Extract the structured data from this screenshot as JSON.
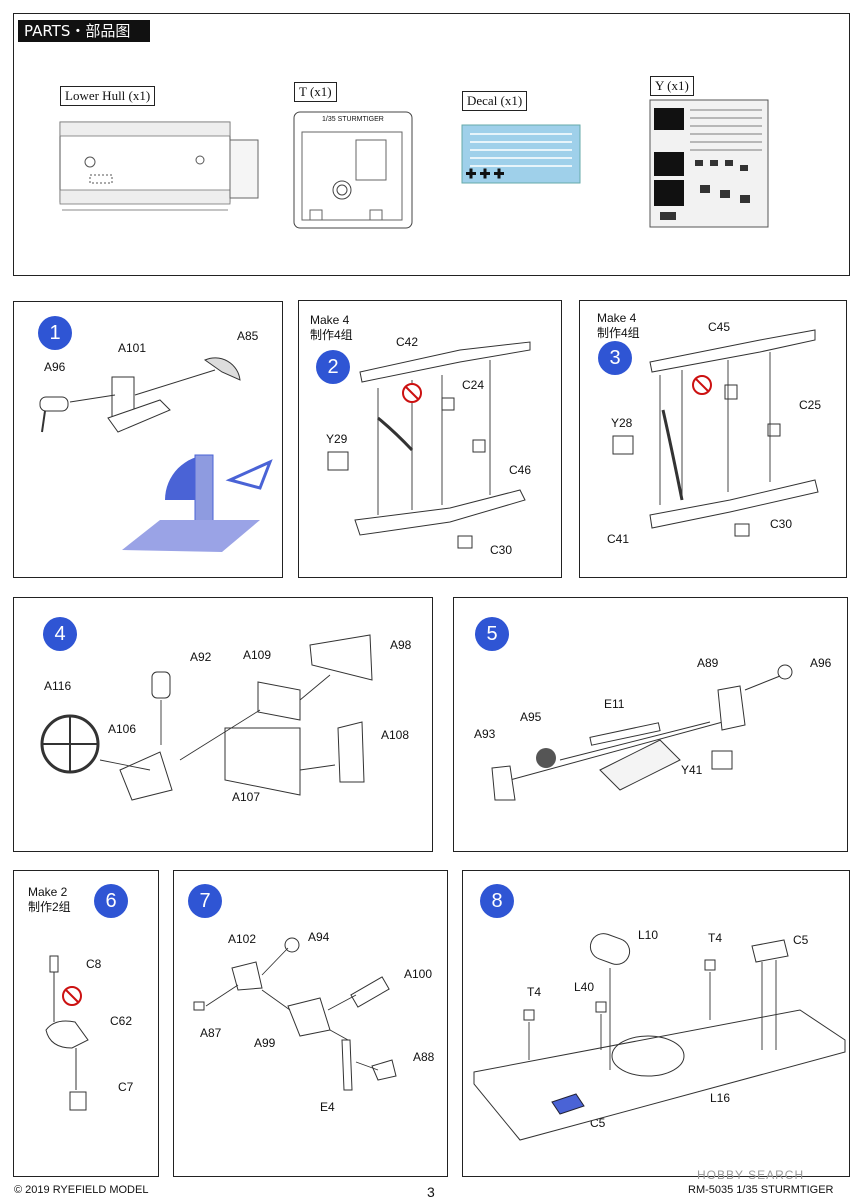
{
  "parts": {
    "title": "PARTS・部品图",
    "lower_hull": "Lower Hull (x1)",
    "t": "T (x1)",
    "t_sprue_text": "1/35 STURMTIGER",
    "decal": "Decal (x1)",
    "y": "Y (x1)"
  },
  "steps": [
    {
      "num": "1",
      "labels": [
        "A101",
        "A85",
        "A96"
      ]
    },
    {
      "num": "2",
      "make": "Make 4",
      "make_cn": "制作4组",
      "labels": [
        "C42",
        "C24",
        "Y29",
        "C46",
        "C30"
      ]
    },
    {
      "num": "3",
      "make": "Make 4",
      "make_cn": "制作4组",
      "labels": [
        "C45",
        "Y28",
        "C25",
        "C30",
        "C41"
      ]
    },
    {
      "num": "4",
      "labels": [
        "A92",
        "A109",
        "A98",
        "A116",
        "A106",
        "A108",
        "A107"
      ]
    },
    {
      "num": "5",
      "labels": [
        "A89",
        "A96",
        "E11",
        "A95",
        "A93",
        "Y41"
      ]
    },
    {
      "num": "6",
      "make": "Make 2",
      "make_cn": "制作2组",
      "labels": [
        "C8",
        "C62",
        "C7"
      ]
    },
    {
      "num": "7",
      "labels": [
        "A102",
        "A94",
        "A100",
        "A87",
        "A99",
        "A88",
        "E4"
      ]
    },
    {
      "num": "8",
      "labels": [
        "L10",
        "T4",
        "C5",
        "T4",
        "L40",
        "L16",
        "C5"
      ]
    }
  ],
  "footer": {
    "copyright": "© 2019 RYEFIELD MODEL",
    "page": "3",
    "product": "RM-5035 1/35 STURMTIGER",
    "watermark": "HOBBY SEARCH"
  },
  "colors": {
    "step_circle": "#2f55d4",
    "highlight_part": "#4a63d6",
    "no_glue": "#cc1111"
  }
}
